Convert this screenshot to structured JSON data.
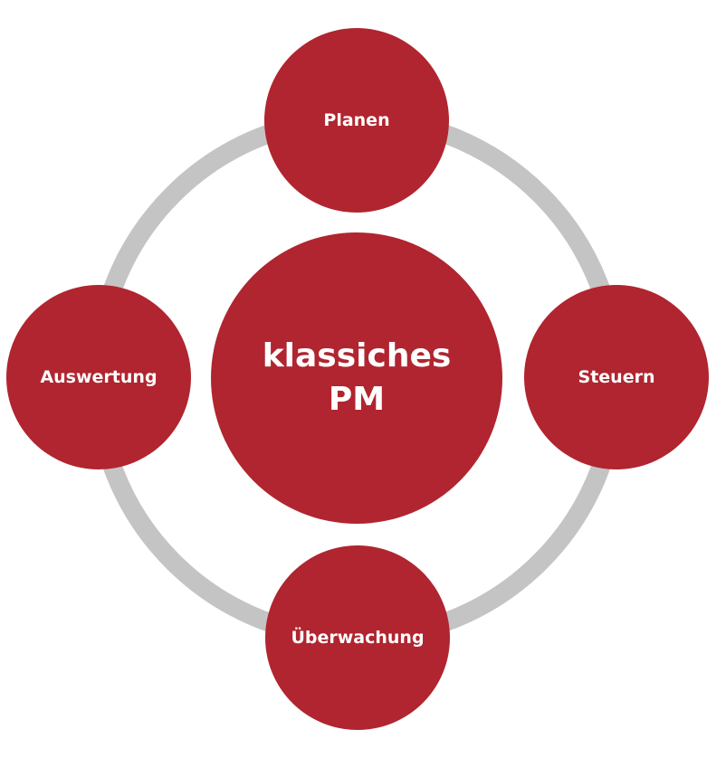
{
  "diagram": {
    "center": {
      "label": "klassiches PM"
    },
    "nodes": [
      {
        "label": "Planen"
      },
      {
        "label": "Steuern"
      },
      {
        "label": "Überwachung"
      },
      {
        "label": "Auswertung"
      }
    ]
  },
  "colors": {
    "node_fill": "#b0252f",
    "ring": "#c4c4c4",
    "text": "#ffffff",
    "background": "#ffffff"
  }
}
